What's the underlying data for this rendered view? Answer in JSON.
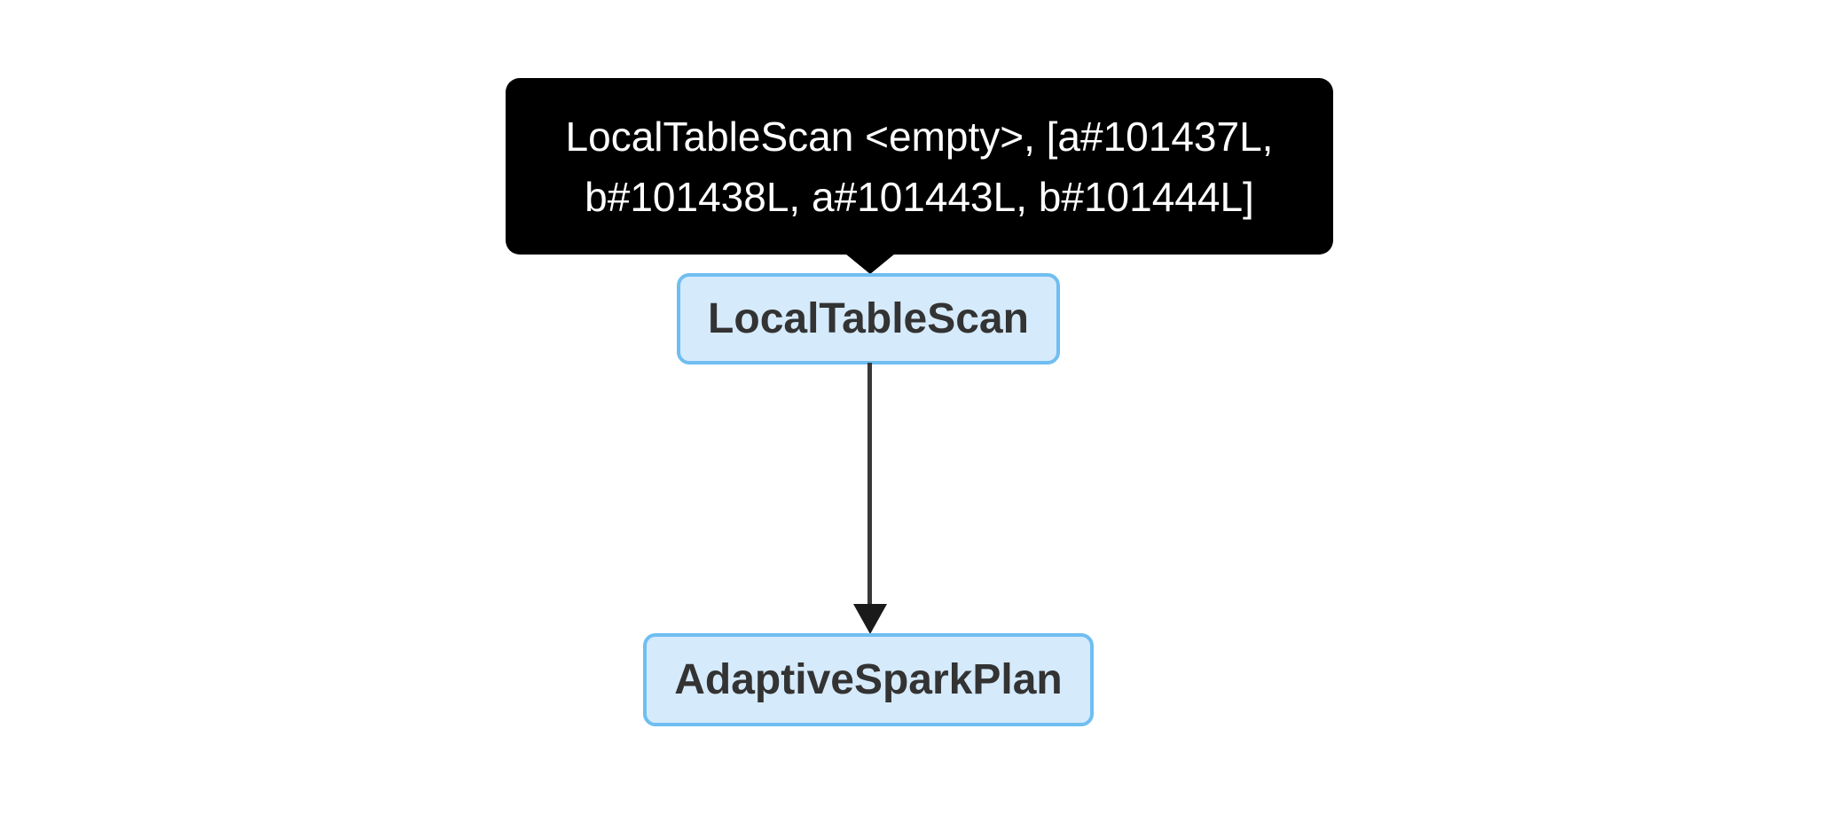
{
  "tooltip": {
    "text": "LocalTableScan <empty>, [a#101437L, b#101438L, a#101443L, b#101444L]",
    "background": "#000000",
    "text_color": "#ffffff"
  },
  "nodes": [
    {
      "id": "LocalTableScan",
      "label": "LocalTableScan"
    },
    {
      "id": "AdaptiveSparkPlan",
      "label": "AdaptiveSparkPlan"
    }
  ],
  "edge": {
    "from": "LocalTableScan",
    "to": "AdaptiveSparkPlan"
  },
  "colors": {
    "node_fill": "#d5eafb",
    "node_border": "#6fbef1",
    "node_text": "#333333",
    "edge": "#383838",
    "tooltip_bg": "#000000",
    "tooltip_text": "#ffffff",
    "canvas_bg": "#ffffff"
  }
}
